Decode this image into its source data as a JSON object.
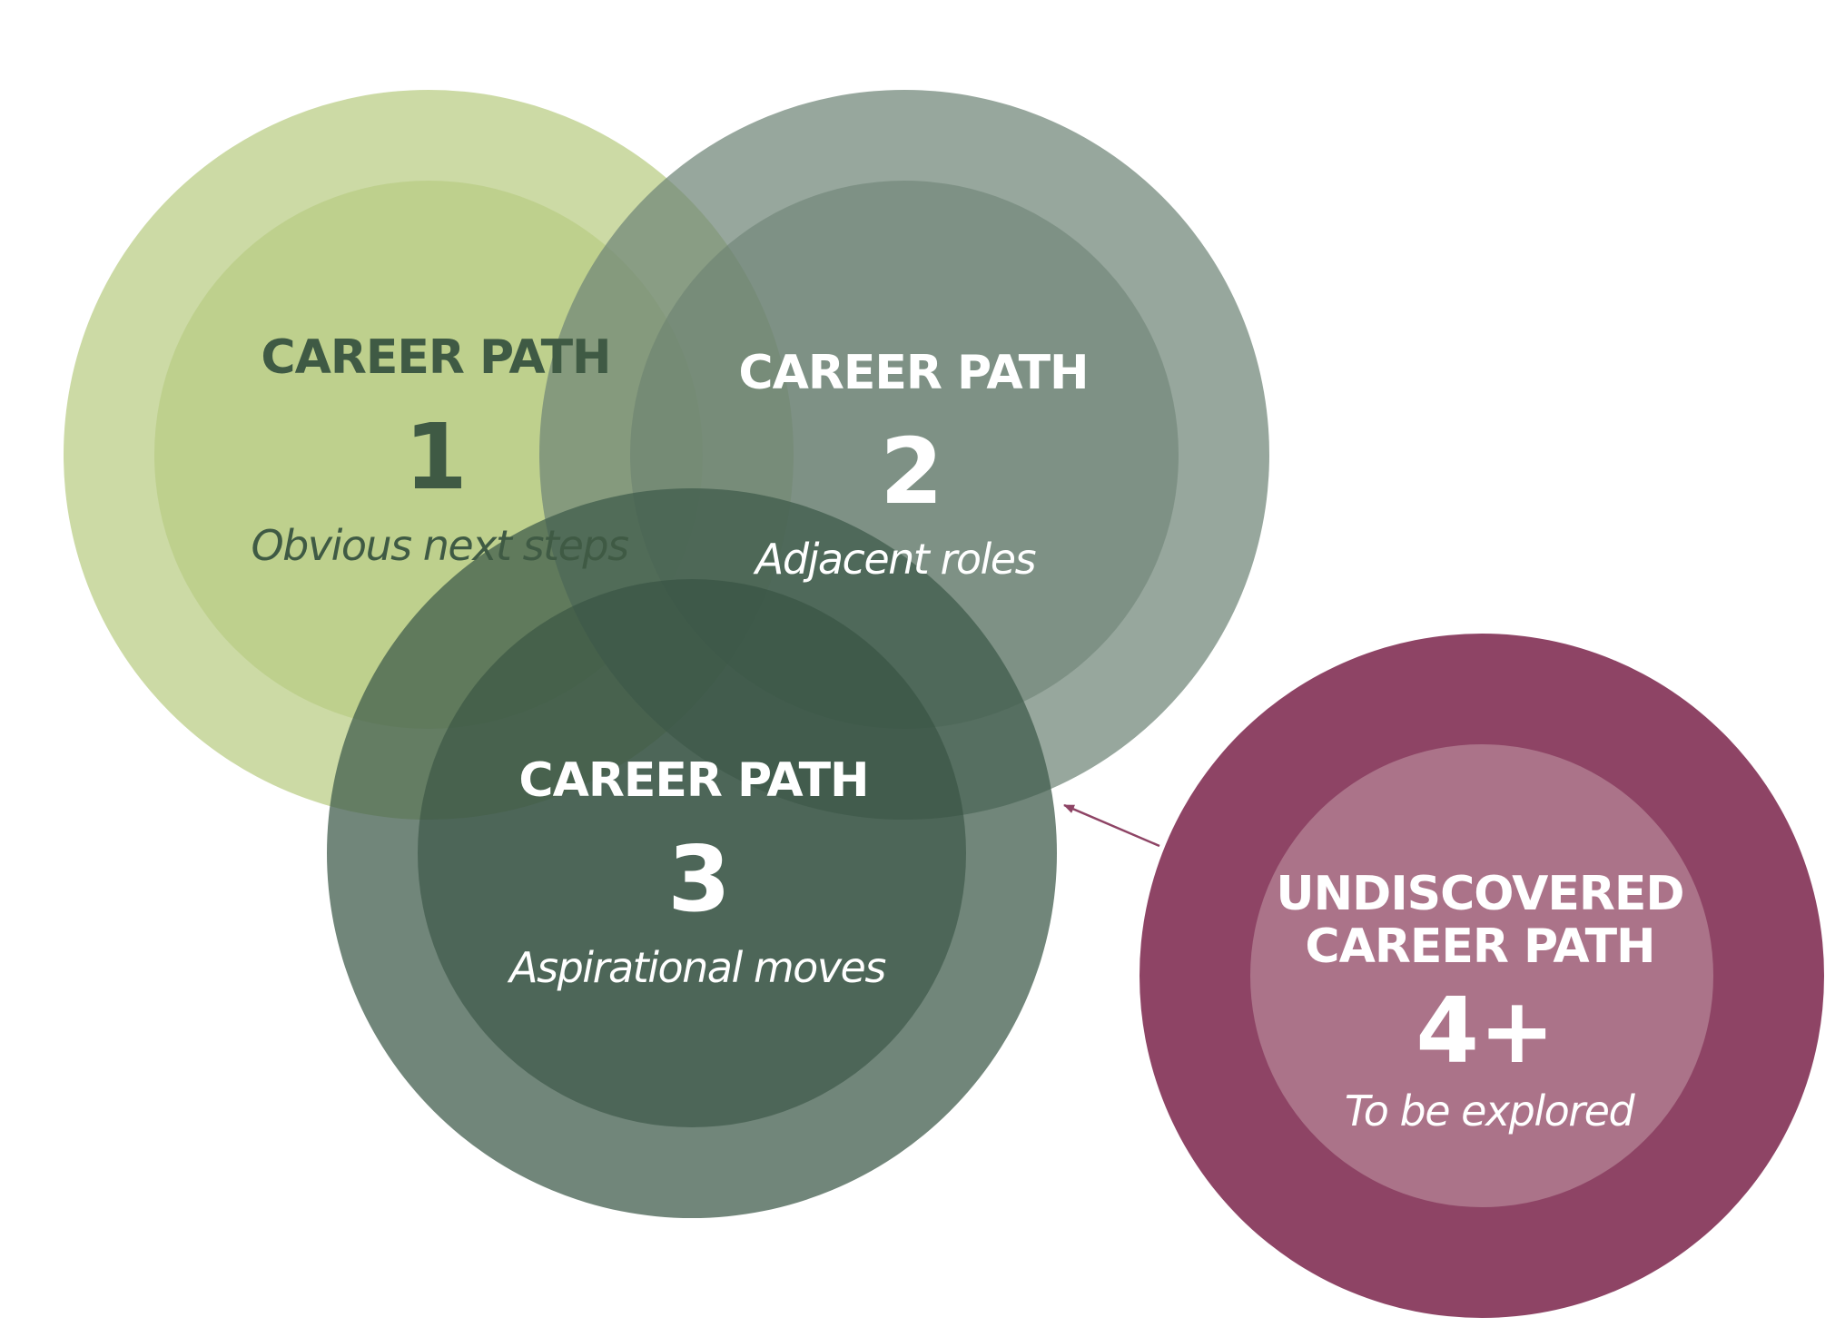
{
  "colors": {
    "path1_outer": "#cddba4",
    "path1_inner": "#bfd28c",
    "path1_text": "#3f5a44",
    "path2_outer": "#98a89d",
    "path2_inner": "#7e9186",
    "path2_text": "#ffffff",
    "path3_outer": "#5e7567",
    "path3_inner": "#3f5a48",
    "path3_text": "#ffffff",
    "path4_outer": "#8e4465",
    "path4_inner": "#ab7389",
    "path4_text": "#ffffff",
    "arrow": "#8e4465"
  },
  "paths": {
    "path1": {
      "heading": "CAREER PATH",
      "number": "1",
      "subtitle": "Obvious next steps"
    },
    "path2": {
      "heading": "CAREER PATH",
      "number": "2",
      "subtitle": "Adjacent roles"
    },
    "path3": {
      "heading": "CAREER PATH",
      "number": "3",
      "subtitle": "Aspirational moves"
    },
    "path4": {
      "heading_line1": "UNDISCOVERED",
      "heading_line2": "CAREER PATH",
      "number": "4+",
      "subtitle": "To be explored"
    }
  }
}
